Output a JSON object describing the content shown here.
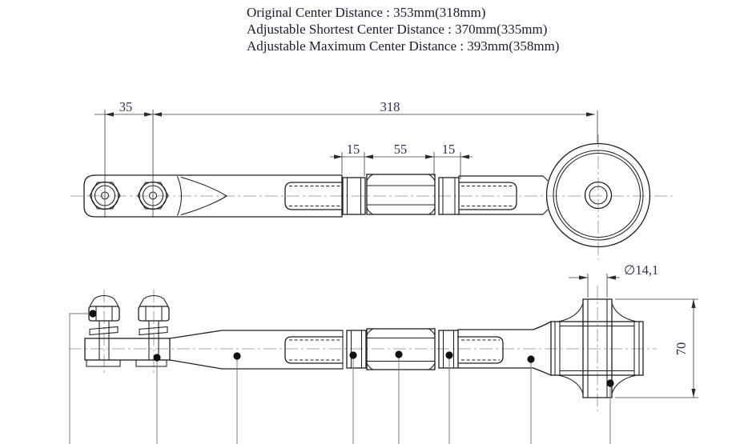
{
  "header": {
    "line1": "Original  Center Distance : 353mm(318mm)",
    "line2": "Adjustable Shortest Center Distance : 370mm(335mm)",
    "line3": "Adjustable Maximum  Center Distance : 393mm(358mm)"
  },
  "dimensions": {
    "bolt_spacing": "35",
    "center_distance": "318",
    "left_locknut_width": "15",
    "turnbuckle_body_length": "55",
    "right_locknut_width": "15",
    "bushing_bore_diameter": "∅14,1",
    "bushing_sleeve_height": "70"
  },
  "colors": {
    "line": "#1e1e1e",
    "centerline": "#8a8a8a",
    "dimension_text": "#2e2e55",
    "background": "#ffffff"
  }
}
